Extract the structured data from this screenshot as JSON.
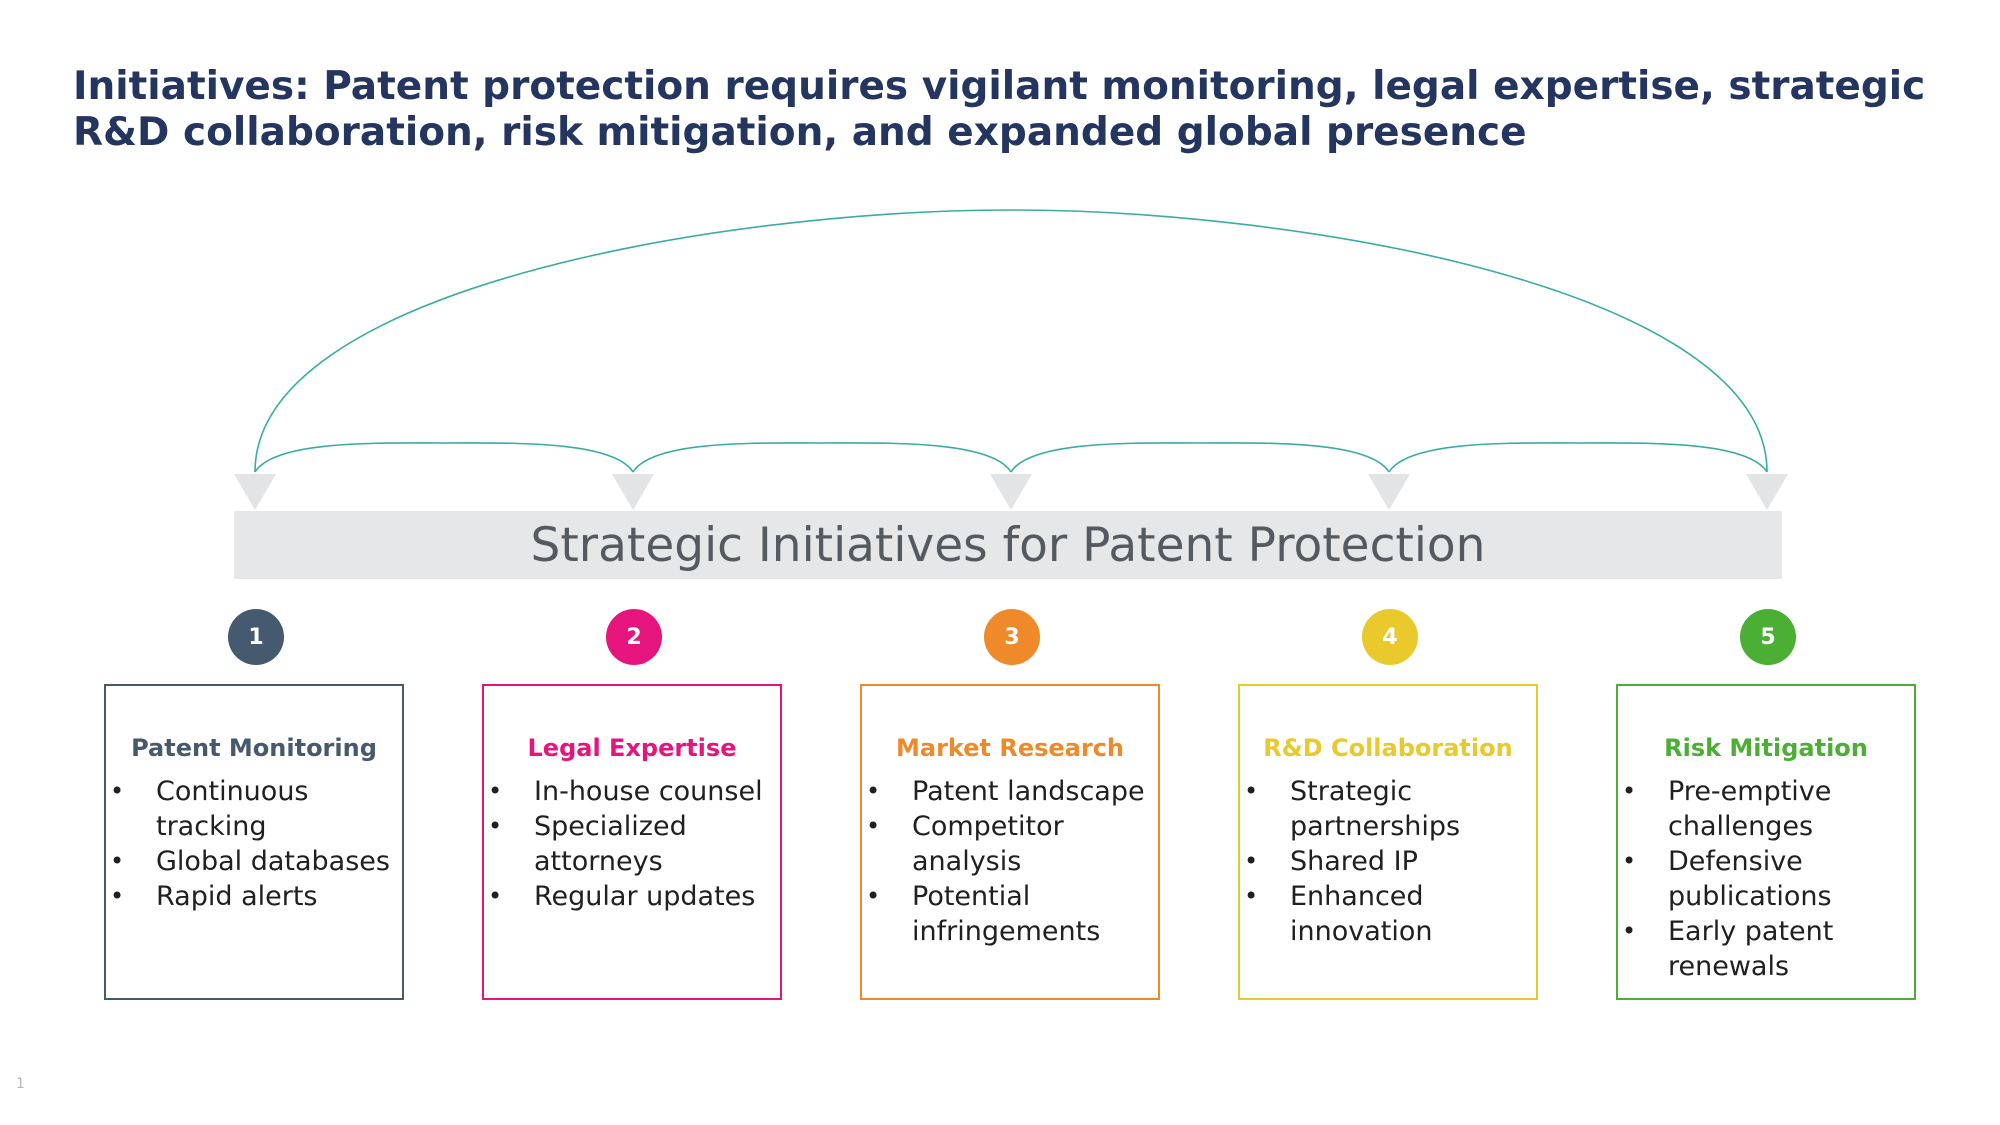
{
  "title": "Initiatives: Patent protection requires vigilant monitoring, legal expertise, strategic R&D collaboration, risk mitigation, and expanded global presence",
  "banner": "Strategic Initiatives for Patent Protection",
  "page_number": "1",
  "colors": {
    "title": "#243660",
    "arc": "#3aaca4",
    "arrow": "#e3e4e6",
    "banner": "#e6e7e9",
    "banner_text": "#555a60"
  },
  "steps": [
    {
      "number": "1",
      "color": "#455a6e",
      "heading": "Patent Monitoring",
      "bullets": [
        "Continuous tracking",
        "Global databases",
        "Rapid alerts"
      ]
    },
    {
      "number": "2",
      "color": "#e6157e",
      "heading": "Legal Expertise",
      "bullets": [
        "In-house counsel",
        "Specialized attorneys",
        "Regular updates"
      ]
    },
    {
      "number": "3",
      "color": "#ef8a2b",
      "heading": "Market Research",
      "bullets": [
        "Patent landscape",
        "Competitor analysis",
        "Potential infringements"
      ]
    },
    {
      "number": "4",
      "color": "#e9c92c",
      "heading": "R&D Collaboration",
      "bullets": [
        "Strategic partnerships",
        "Shared IP",
        "Enhanced innovation"
      ]
    },
    {
      "number": "5",
      "color": "#4caf35",
      "heading": "Risk Mitigation",
      "bullets": [
        "Pre-emptive challenges",
        "Defensive publications",
        "Early patent renewals"
      ]
    }
  ]
}
